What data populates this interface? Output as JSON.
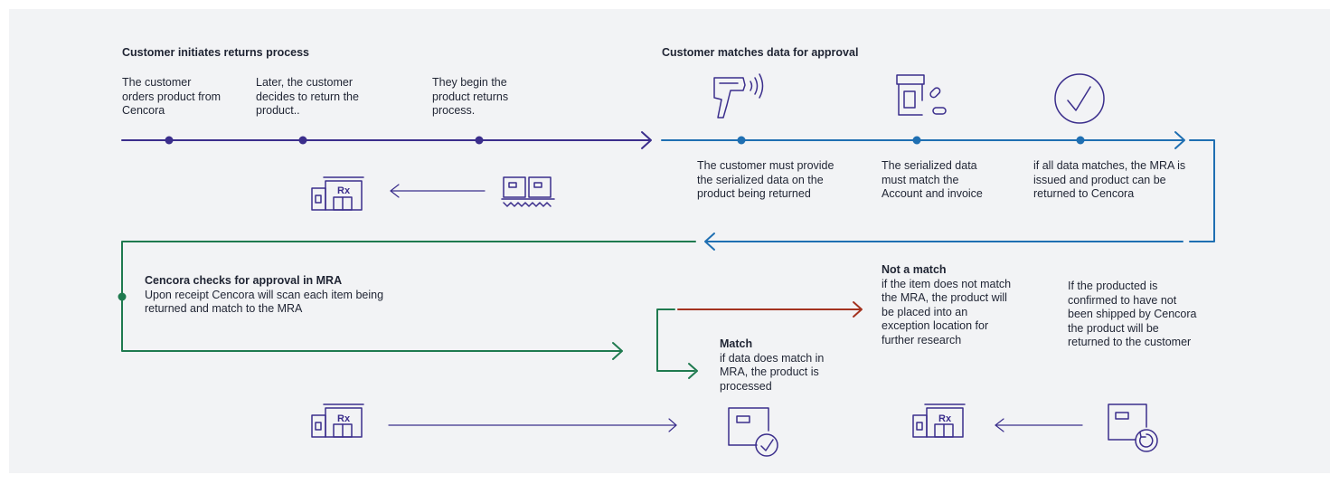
{
  "section1": {
    "heading": "Customer initiates returns process",
    "steps": [
      "The customer orders product from Cencora",
      "Later, the customer decides to return the product..",
      "They begin the product returns process."
    ]
  },
  "section2": {
    "heading": "Customer matches data for approval",
    "steps": [
      "The customer must provide the serialized data on the product being returned",
      "The serialized data must match the Account and invoice",
      "if all data matches, the MRA is issued and product can be returned to Cencora"
    ]
  },
  "section3": {
    "heading": "Cencora checks for approval in MRA",
    "body": "Upon receipt Cencora will scan each item being returned and match to the MRA"
  },
  "match": {
    "heading": "Match",
    "body": "if data does match in MRA, the product is processed"
  },
  "no_match": {
    "heading": "Not a match",
    "body": "if the item does not match the MRA, the product will be placed into an exception location for further research"
  },
  "unshipped": {
    "body": "If the producted is confirmed to have not been shipped by Cencora the product will be returned to the customer"
  },
  "icon_labels": {
    "pharmacy_rx": "Rx"
  },
  "colors": {
    "purple": "#3b2e8c",
    "blue": "#1f6fb2",
    "green": "#1f7a4f",
    "red": "#a3321f",
    "text": "#1f2433",
    "background": "#f2f3f5"
  },
  "icons": [
    "barcode-scanner-icon",
    "pill-bottle-icon",
    "check-circle-icon",
    "pharmacy-building-icon",
    "boxes-on-conveyor-icon",
    "box-check-icon",
    "box-return-icon"
  ]
}
